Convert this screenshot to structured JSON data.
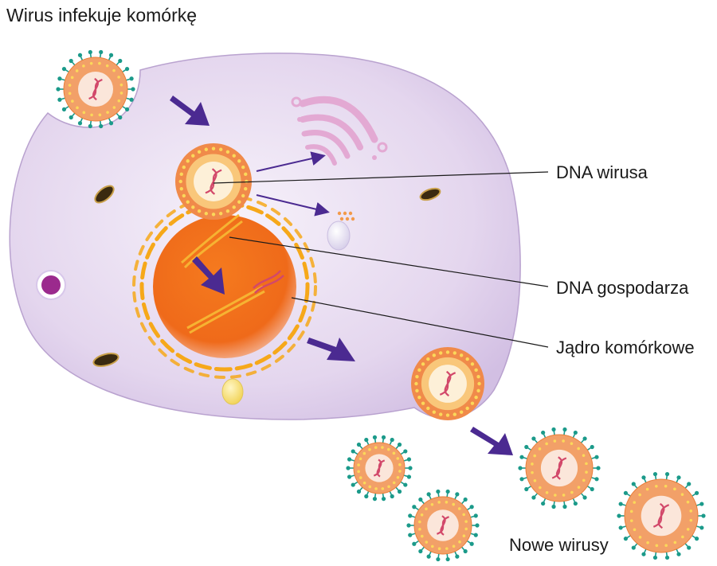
{
  "title": "Wirus infekuje komórkę",
  "labels": {
    "viral_dna": "DNA wirusa",
    "host_dna": "DNA gospodarza",
    "nucleus": "Jądro komórkowe",
    "new_viruses": "Nowe wirusy"
  },
  "colors": {
    "cell": "#e6d9ee",
    "cell_edge": "#b9a2cf",
    "nucleus": "#f06a1a",
    "virus_shell": "#f2a068",
    "virus_core": "#fbe8dc",
    "spike": "#1b9a8a",
    "arrow": "#4b2a91",
    "golgi": "#e3a9d3",
    "er": "#f6a81a",
    "dna": "#d2486a"
  }
}
